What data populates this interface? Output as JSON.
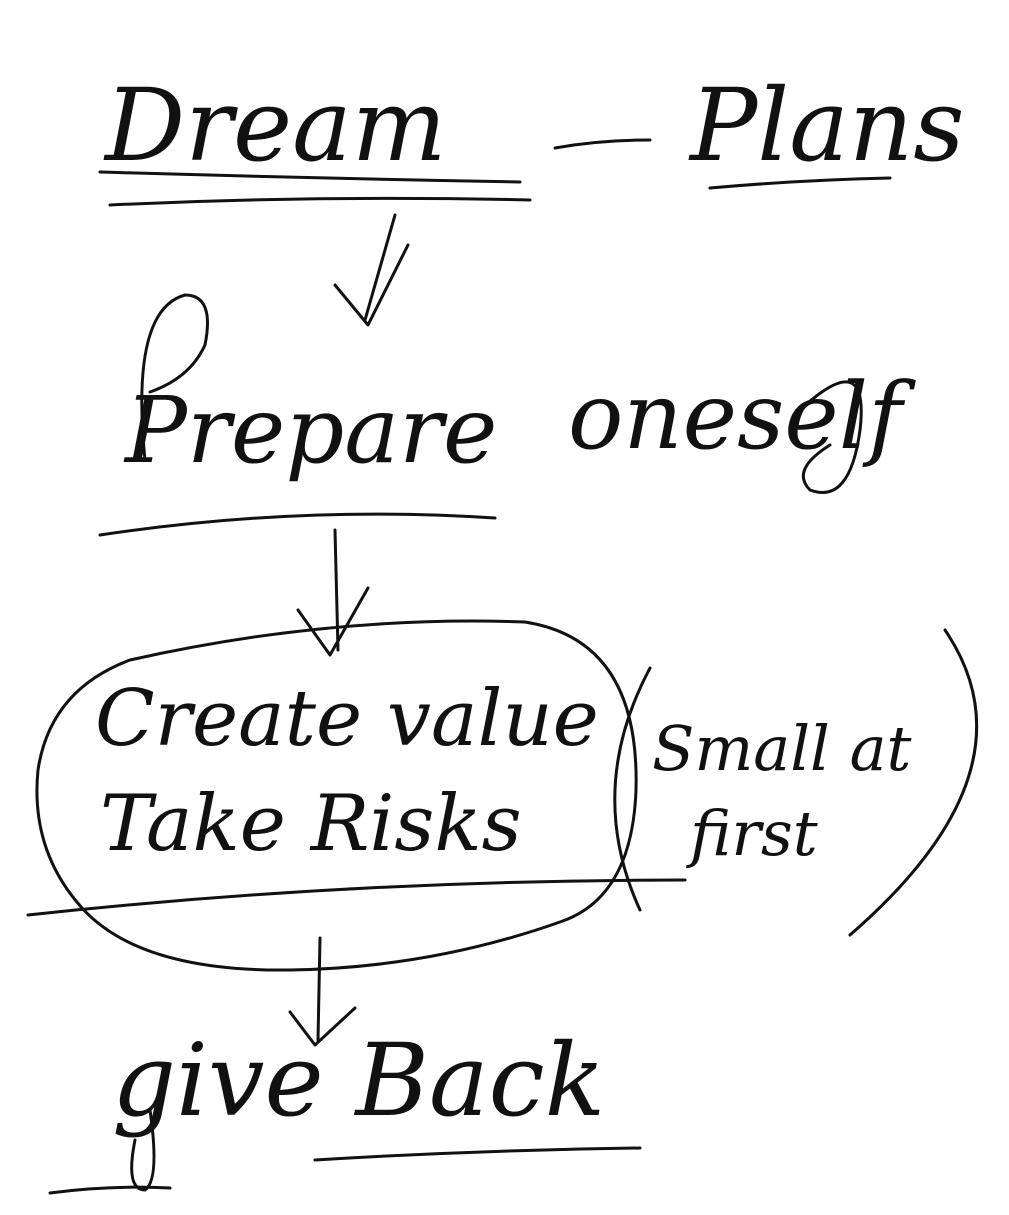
{
  "nodes": {
    "dream": "Dream",
    "plans": "Plans",
    "prepare": "Prepare",
    "oneself": "oneself",
    "create_value": "Create value",
    "take_risks": "Take Risks",
    "small_at": "Small at",
    "first": "first",
    "give_back": "give Back"
  },
  "colors": {
    "ink": "#111111",
    "paper": "#ffffff"
  }
}
